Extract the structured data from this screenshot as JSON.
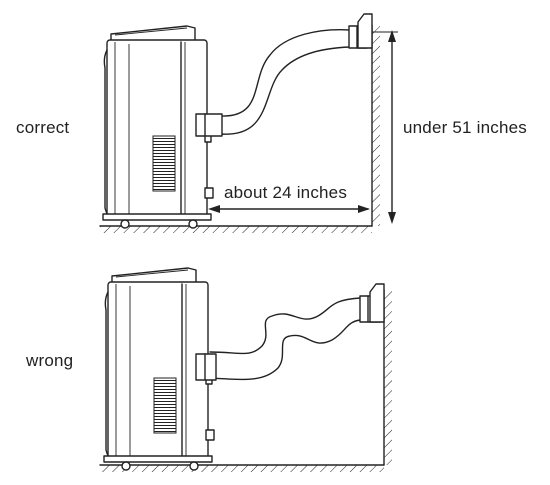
{
  "labels": {
    "correct": "correct",
    "wrong": "wrong",
    "height_limit": "under 51 inches",
    "distance": "about 24 inches"
  }
}
